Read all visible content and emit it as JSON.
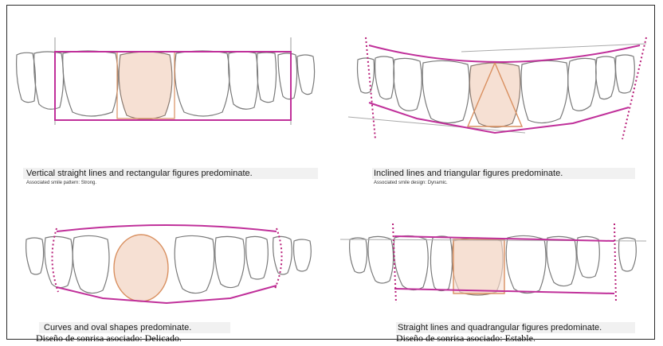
{
  "colors": {
    "outline": "#c0309a",
    "dotted": "#b8207a",
    "shape_fill": "#f6e0d3",
    "shape_stroke": "#d99060",
    "tooth": "#7a7a7a"
  },
  "panels": [
    {
      "shape": "rectangle",
      "caption": "Vertical straight lines and rectangular figures predominate.",
      "subcaption": "Associated smile pattern: Strong."
    },
    {
      "shape": "triangle",
      "caption": "Inclined lines and triangular figures predominate.",
      "subcaption": "Associated smile design: Dynamic."
    },
    {
      "shape": "oval",
      "caption": "Curves and oval shapes predominate.",
      "subcaption": "Diseño de sonrisa asociado: Delicado."
    },
    {
      "shape": "square",
      "caption": "Straight lines and quadrangular figures predominate.",
      "subcaption": "Diseño de sonrisa asociado: Estable."
    }
  ]
}
